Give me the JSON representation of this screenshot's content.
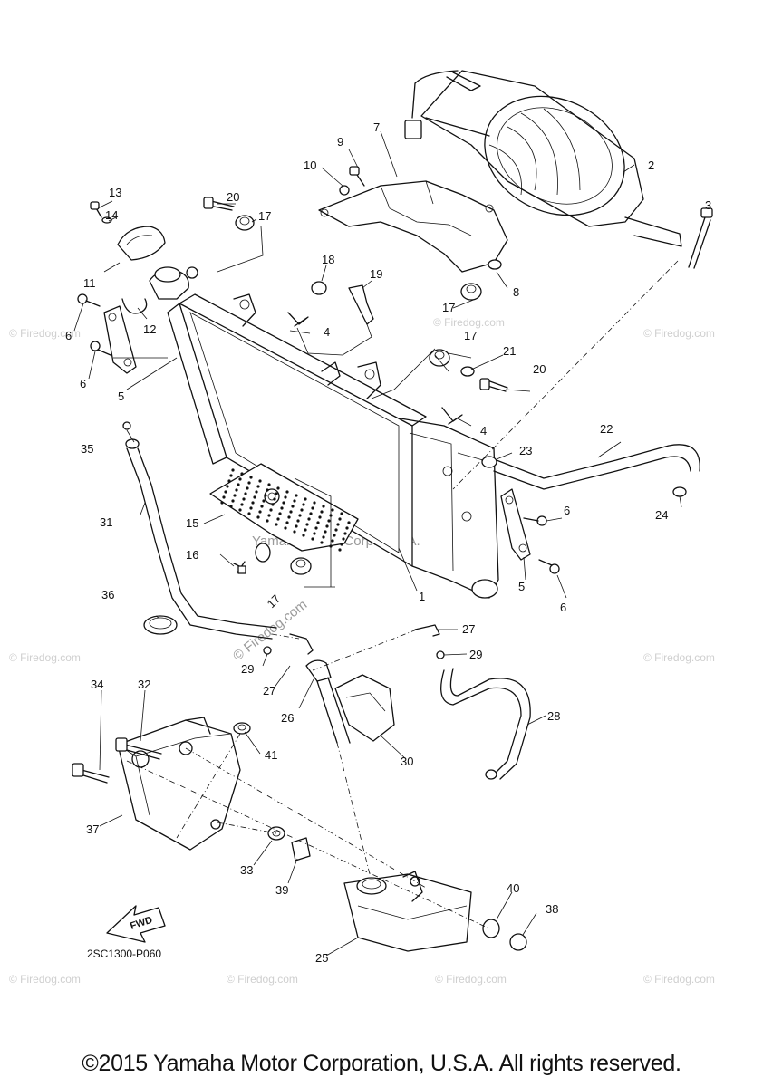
{
  "diagram": {
    "code": "2SC1300-P060",
    "copyright": "©2015 Yamaha Motor Corporation, U.S.A. All rights reserved.",
    "fwd_label": "FWD",
    "watermark": "© Firedog.com",
    "center_watermark": "Yamaha Motor Corp. U.S.A.",
    "callouts": [
      "1",
      "2",
      "3",
      "4",
      "4",
      "5",
      "5",
      "6",
      "6",
      "6",
      "6",
      "7",
      "8",
      "9",
      "10",
      "11",
      "12",
      "13",
      "14",
      "15",
      "16",
      "17",
      "17",
      "17",
      "17",
      "18",
      "19",
      "20",
      "20",
      "21",
      "22",
      "23",
      "24",
      "25",
      "26",
      "27",
      "27",
      "28",
      "29",
      "29",
      "30",
      "31",
      "32",
      "33",
      "34",
      "35",
      "36",
      "37",
      "38",
      "39",
      "40",
      "41"
    ]
  }
}
